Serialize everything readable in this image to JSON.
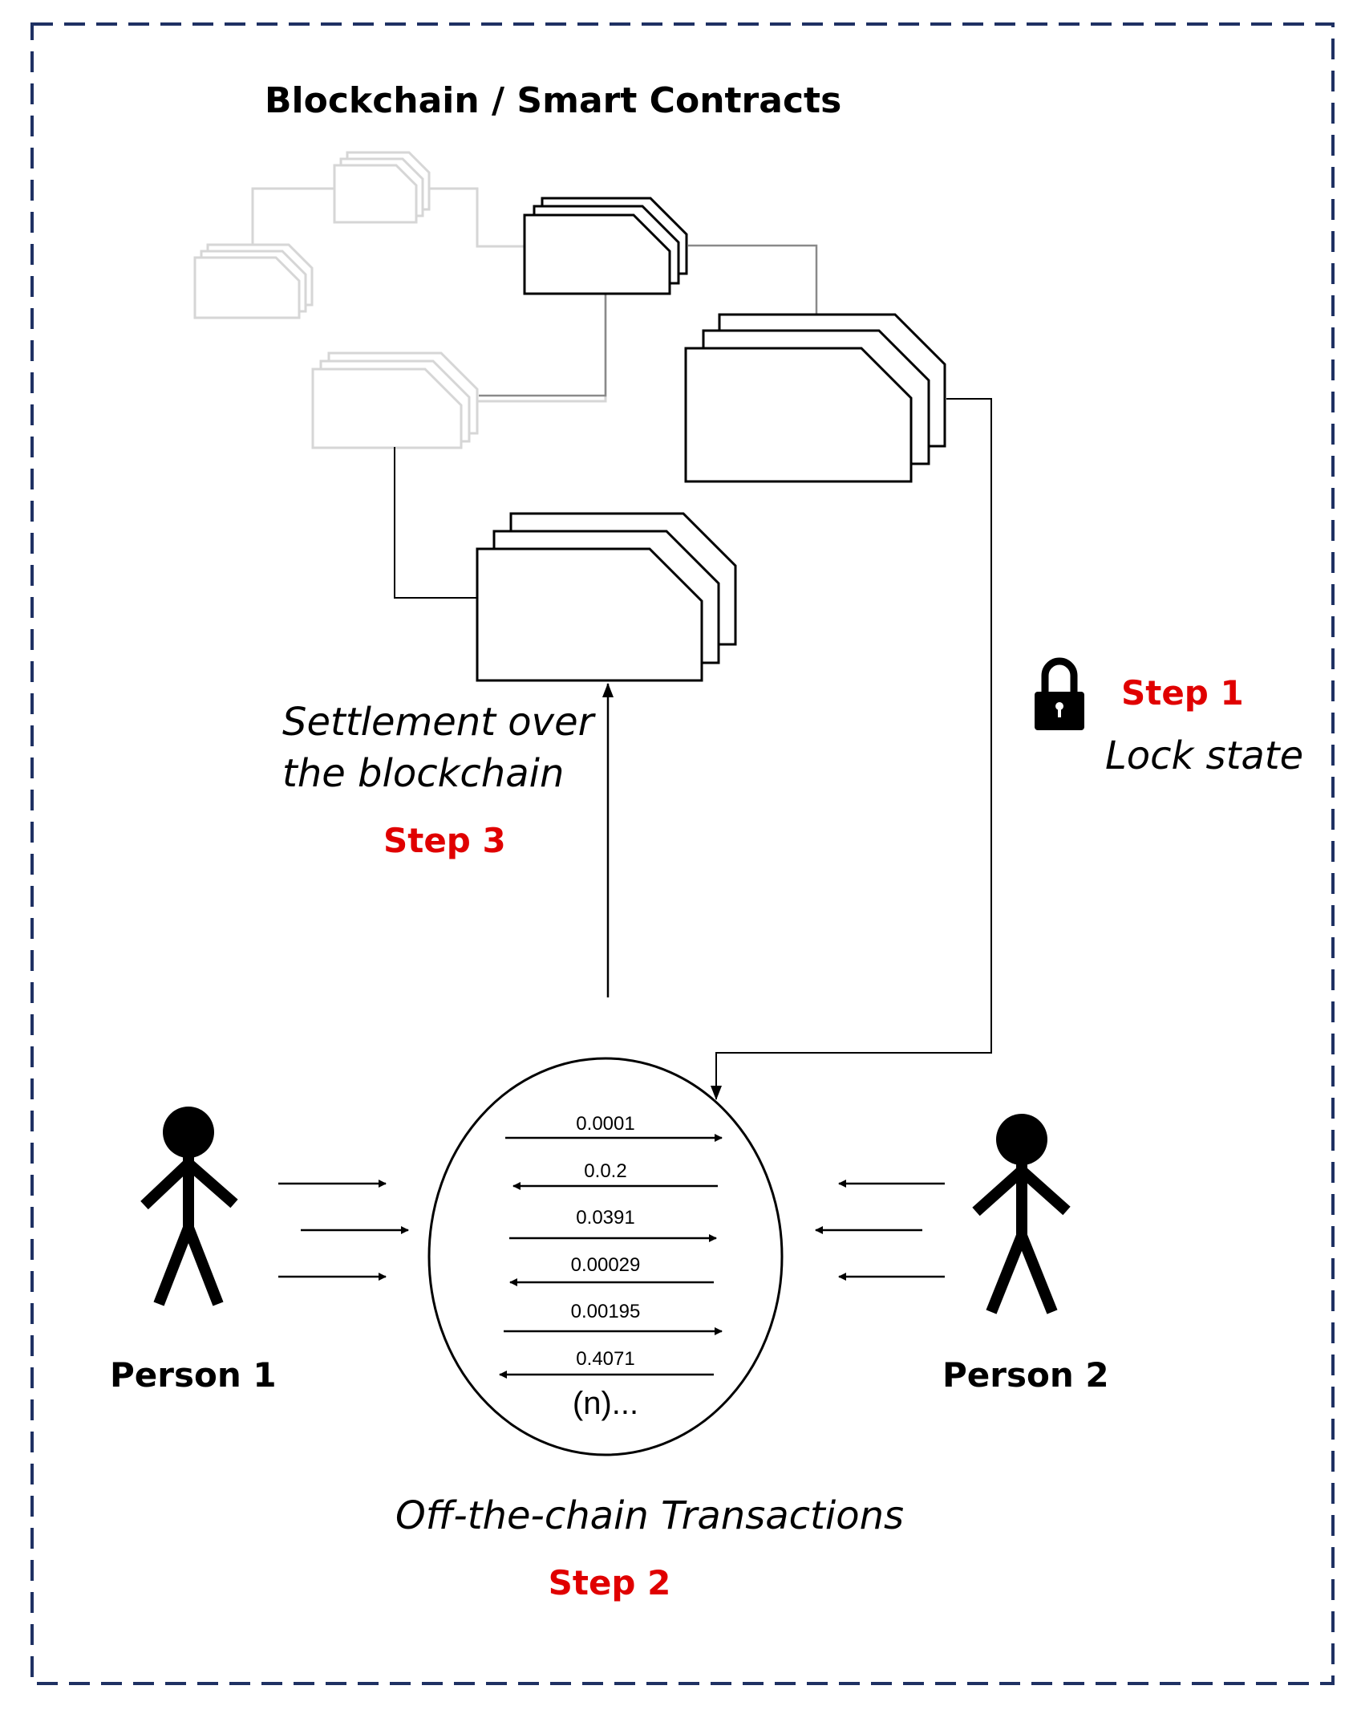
{
  "title": "Blockchain / Smart Contracts",
  "steps": {
    "step1": {
      "label": "Step 1",
      "caption": "Lock state"
    },
    "step2": {
      "label": "Step 2",
      "caption": "Off-the-chain Transactions"
    },
    "step3": {
      "label": "Step 3",
      "caption_line1": "Settlement over",
      "caption_line2": "the blockchain"
    }
  },
  "persons": {
    "person1": "Person 1",
    "person2": "Person 2"
  },
  "transactions": [
    "0.0001",
    "0.0.2",
    "0.0391",
    "0.00029",
    "0.00195",
    "0.4071"
  ],
  "transactions_more": "(n)...",
  "colors": {
    "border": "#1f3163",
    "step_red": "#e00000",
    "faded_block": "#d6d6d6",
    "ink": "#000000"
  },
  "icons": {
    "lock": "lock-icon",
    "person": "person-icon"
  }
}
